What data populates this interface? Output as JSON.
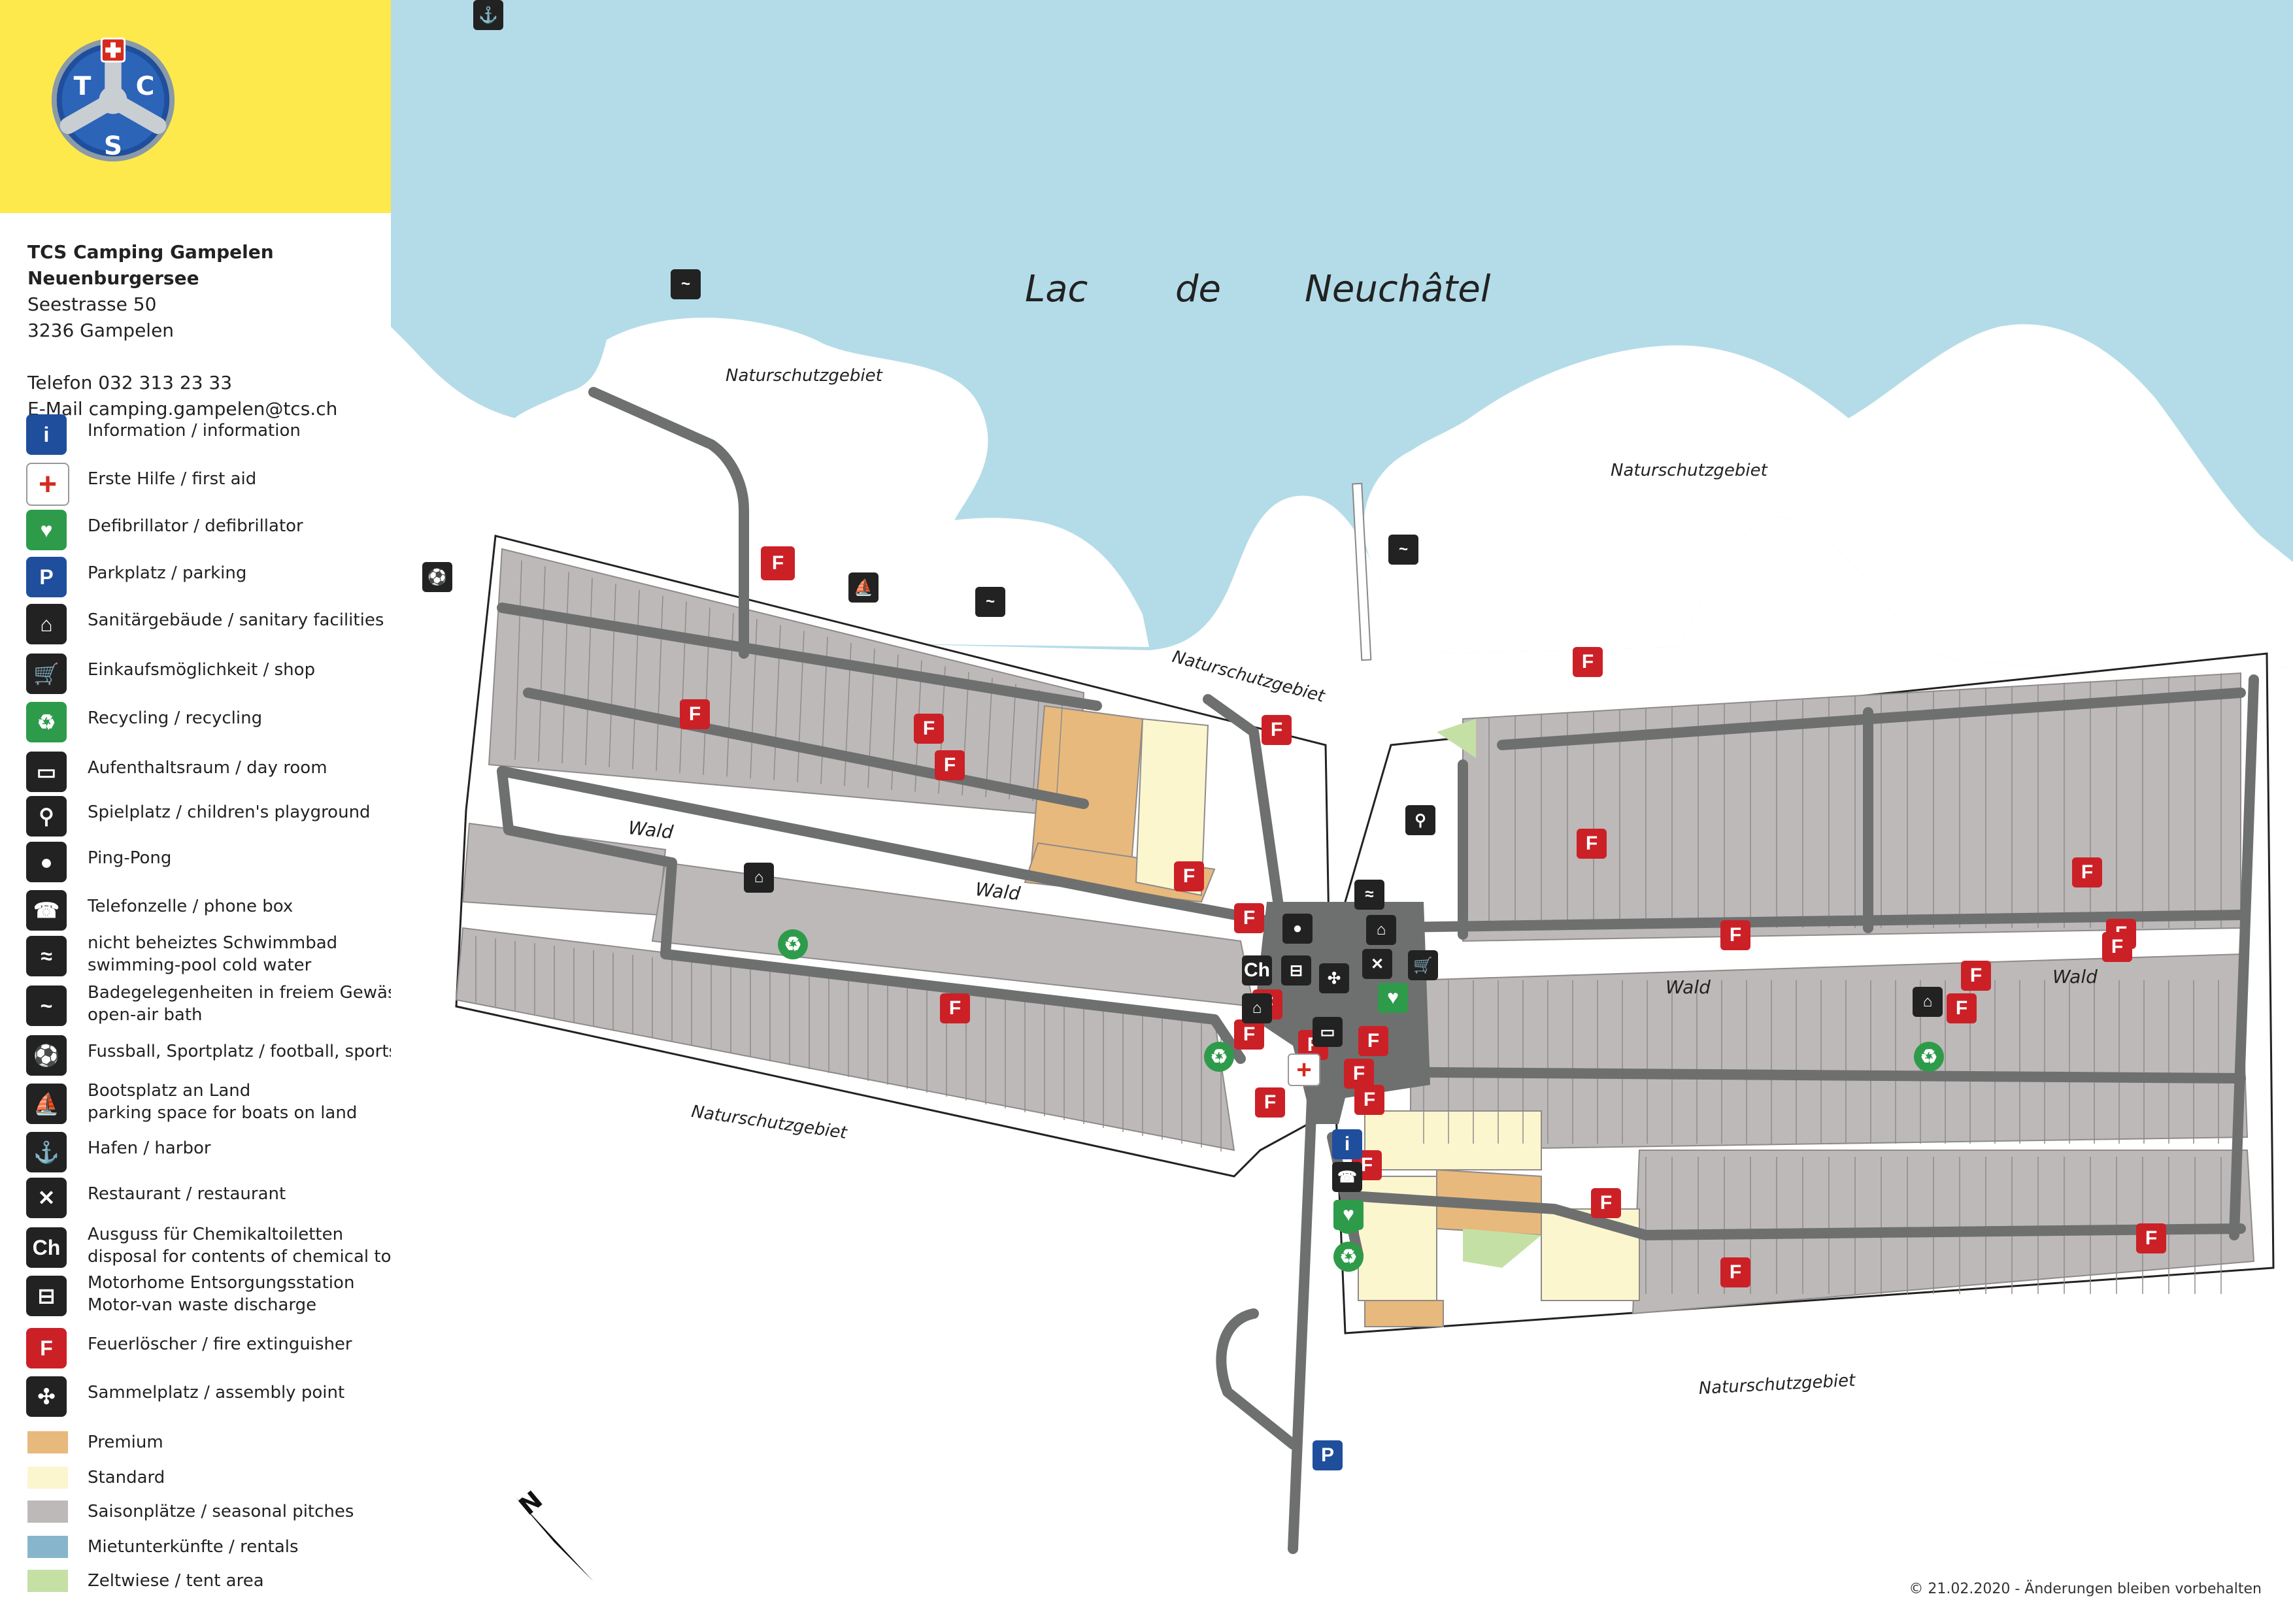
{
  "site": {
    "name": "TCS Camping Gampelen Neuenburgersee",
    "street": "Seestrasse 50",
    "city": "3236 Gampelen",
    "phone": "Telefon 032 313 23 33",
    "email": "E-Mail camping.gampelen@tcs.ch",
    "logo_letters": [
      "T",
      "C",
      "S"
    ]
  },
  "legend": [
    {
      "icon": "information-icon",
      "label": "Information / information",
      "color": "#1f4e9c"
    },
    {
      "icon": "first-aid-icon",
      "label": "Erste Hilfe / first aid",
      "color": "#ffffff"
    },
    {
      "icon": "defibrillator-icon",
      "label": "Defibrillator / defibrillator",
      "color": "#2e9b4a"
    },
    {
      "icon": "parking-icon",
      "label": "Parkplatz / parking",
      "color": "#1f4e9c"
    },
    {
      "icon": "sanitary-icon",
      "label": "Sanitärgebäude / sanitary facilities",
      "color": "#222222"
    },
    {
      "icon": "shop-icon",
      "label": "Einkaufsmöglichkeit / shop",
      "color": "#222222"
    },
    {
      "icon": "recycling-icon",
      "label": "Recycling / recycling",
      "color": "#2e9b4a"
    },
    {
      "icon": "lounge-icon",
      "label": "Aufenthaltsraum / day room",
      "color": "#222222"
    },
    {
      "icon": "playground-icon",
      "label": "Spielplatz / children's playground",
      "color": "#222222"
    },
    {
      "icon": "ping-pong-icon",
      "label": "Ping-Pong",
      "color": "#222222"
    },
    {
      "icon": "phone-icon",
      "label": "Telefonzelle / phone box",
      "color": "#222222"
    },
    {
      "icon": "pool-icon",
      "label": "nicht beheiztes Schwimmbad\nswimming-pool cold water",
      "color": "#222222"
    },
    {
      "icon": "bathing-icon",
      "label": "Badegelegenheiten in freiem Gewässer\nopen-air bath",
      "color": "#222222"
    },
    {
      "icon": "football-icon",
      "label": "Fussball, Sportplatz / football, sports field",
      "color": "#222222"
    },
    {
      "icon": "boat-icon",
      "label": "Bootsplatz an Land\nparking space for boats on land",
      "color": "#222222"
    },
    {
      "icon": "harbor-icon",
      "label": "Hafen / harbor",
      "color": "#222222"
    },
    {
      "icon": "restaurant-icon",
      "label": "Restaurant / restaurant",
      "color": "#222222"
    },
    {
      "icon": "chemical-toilet-icon",
      "label": "Ausguss für Chemikaltoiletten\ndisposal for contents of chemical toilets",
      "color": "#222222"
    },
    {
      "icon": "motorhome-icon",
      "label": "Motorhome Entsorgungsstation\nMotor-van waste discharge",
      "color": "#222222"
    },
    {
      "icon": "fire-extinguisher-icon",
      "label": "Feuerlöscher / fire extinguisher",
      "color": "#cc2027"
    },
    {
      "icon": "assembly-point-icon",
      "label": "Sammelplatz / assembly point",
      "color": "#222222"
    }
  ],
  "pitch_types": [
    {
      "label": "Premium",
      "color": "#e8b97c"
    },
    {
      "label": "Standard",
      "color": "#fcf6cf"
    },
    {
      "label": "Saisonplätze / seasonal pitches",
      "color": "#bdb9b8"
    },
    {
      "label": "Mietunterkünfte / rentals",
      "color": "#87b6cc"
    },
    {
      "label": "Zeltwiese / tent area",
      "color": "#c5e0a5"
    }
  ],
  "map": {
    "lake": "Lac de Neuchâtel",
    "lake_words": [
      "Lac",
      "de",
      "Neuchâtel"
    ],
    "reserve": "Naturschutzgebiet",
    "forest": "Wald",
    "compass": "N",
    "icon_glyphs": {
      "F": "F",
      "i": "i",
      "P": "P",
      "Ch": "Ch"
    },
    "colors": {
      "lake": "#b4dce8",
      "road": "#6e706f",
      "pitch": "#bdb9b8",
      "premium": "#e8b97c",
      "standard": "#fcf6cf",
      "tent": "#c5e0a5"
    }
  },
  "footer": "© 21.02.2020 - Änderungen bleiben vorbehalten"
}
